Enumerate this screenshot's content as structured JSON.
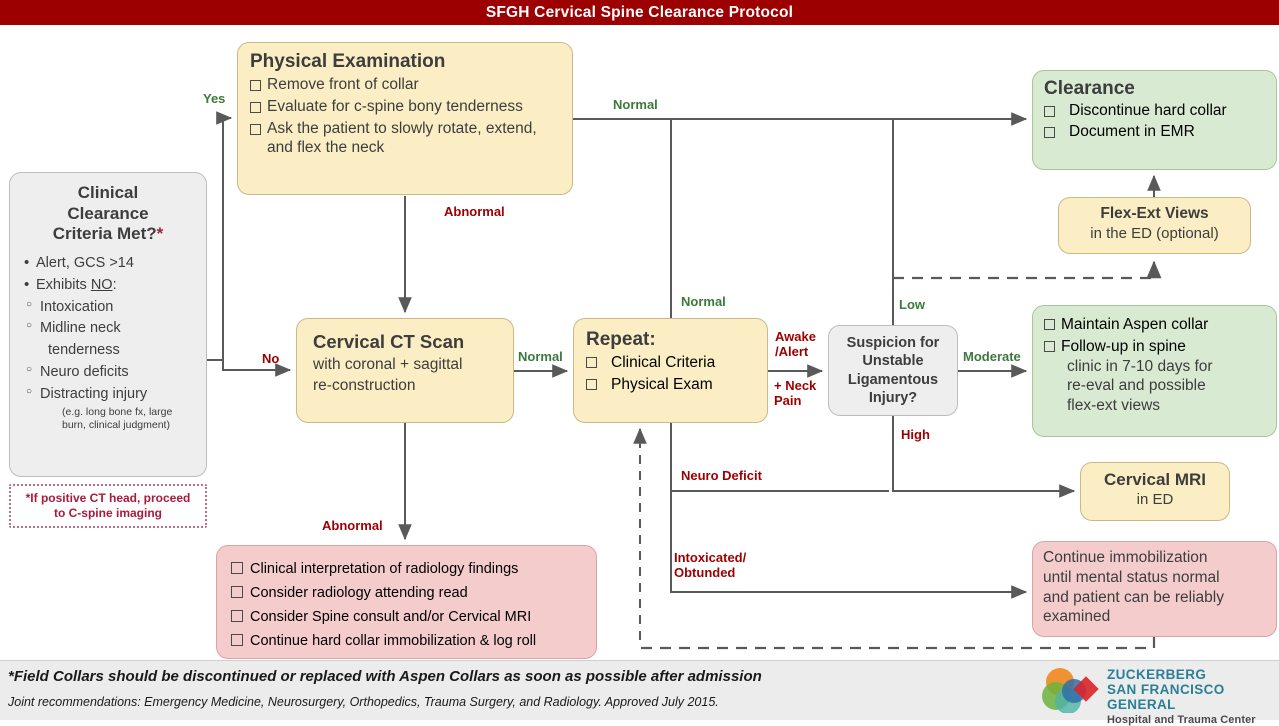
{
  "header": {
    "title": "SFGH Cervical Spine Clearance Protocol",
    "bg_color": "#9c0000"
  },
  "colors": {
    "yellow": "#fbeec4",
    "green": "#d9ead3",
    "pink": "#f4cccc",
    "gray": "#eeeeee",
    "label_green": "#3c7a3c",
    "label_red": "#9c0000",
    "note_pink": "#a61c3c",
    "line": "#595959"
  },
  "clinical": {
    "title_line1": "Clinical",
    "title_line2": "Clearance",
    "title_line3": "Criteria Met?",
    "title_star": "*",
    "bullet1": "Alert, GCS >14",
    "bullet2_pre": "Exhibits ",
    "bullet2_no": "NO",
    "bullet2_post": ":",
    "sub1": "Intoxication",
    "sub2": "Midline neck",
    "sub2b": "tenderness",
    "sub3": "Neuro deficits",
    "sub4": "Distracting injury",
    "fine": "(e.g. long bone fx, large burn, clinical judgment)"
  },
  "ct_note": {
    "line1": "*If positive CT head, proceed",
    "line2": "to C-spine imaging"
  },
  "physical_exam": {
    "title": "Physical Examination",
    "items": [
      "Remove front of collar",
      "Evaluate for c-spine bony tenderness",
      "Ask the patient to slowly rotate, extend, and flex the neck"
    ]
  },
  "ct_scan": {
    "title": "Cervical CT Scan",
    "sub1": "with coronal + sagittal",
    "sub2": "re-construction"
  },
  "repeat": {
    "title": "Repeat:",
    "items": [
      "Clinical Criteria",
      "Physical Exam"
    ]
  },
  "suspicion": {
    "line1": "Suspicion for",
    "line2": "Unstable",
    "line3": "Ligamentous",
    "line4": "Injury?"
  },
  "clearance": {
    "title": "Clearance",
    "items": [
      "Discontinue hard collar",
      "Document in EMR"
    ]
  },
  "flex_ext": {
    "title": "Flex-Ext Views",
    "sub": "in the ED (optional)"
  },
  "aspen": {
    "item1": "Maintain Aspen collar",
    "item2": "Follow-up in spine",
    "item2_l2": "clinic in 7-10 days for",
    "item2_l3": "re-eval and possible",
    "item2_l4": "flex-ext views"
  },
  "mri": {
    "title": "Cervical MRI",
    "sub": "in ED"
  },
  "immobilization": {
    "l1": "Continue immobilization",
    "l2": "until mental status normal",
    "l3": "and patient can be reliably",
    "l4": "examined"
  },
  "abnormal_box": {
    "items": [
      "Clinical interpretation of radiology findings",
      "Consider radiology attending read",
      "Consider Spine consult and/or Cervical MRI",
      "Continue hard collar immobilization & log roll"
    ]
  },
  "edge_labels": {
    "yes": "Yes",
    "no": "No",
    "normal_top": "Normal",
    "abnormal_exam": "Abnormal",
    "normal_ct": "Normal",
    "abnormal_ct": "Abnormal",
    "normal_repeat": "Normal",
    "awake_alert": "Awake\n/Alert",
    "neck_pain": "+ Neck\nPain",
    "low": "Low",
    "high": "High",
    "moderate": "Moderate",
    "neuro_deficit": "Neuro Deficit",
    "intoxicated": "Intoxicated/\nObtunded"
  },
  "footer": {
    "line1": "*Field Collars should be discontinued or replaced with Aspen Collars as soon as possible after admission",
    "line2": "Joint recommendations: Emergency Medicine, Neurosurgery, Orthopedics, Trauma Surgery, and Radiology. Approved July 2015.",
    "logo_line1": "ZUCKERBERG",
    "logo_line2": "SAN FRANCISCO GENERAL",
    "logo_line3": "Hospital and Trauma Center"
  }
}
